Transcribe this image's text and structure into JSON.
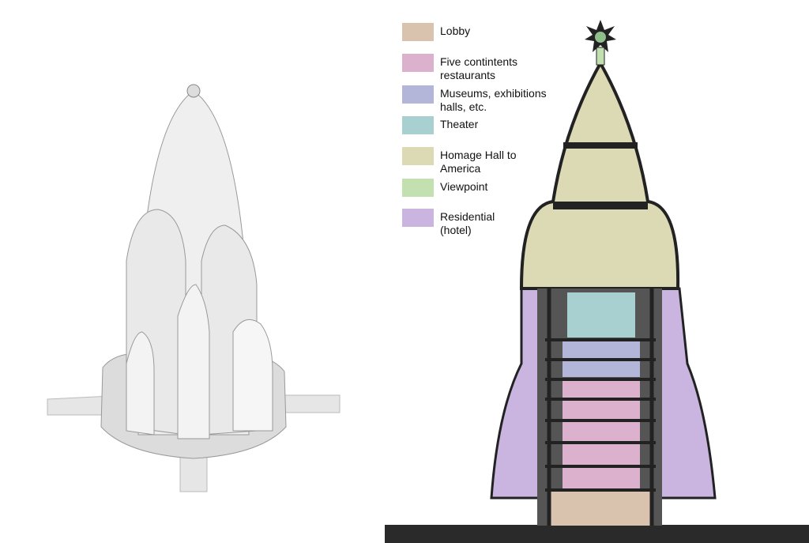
{
  "legend": {
    "items": [
      {
        "label": "Lobby",
        "color": "#d9c3ae"
      },
      {
        "label": "Five contintents restaurants",
        "color": "#dcb1cd"
      },
      {
        "label": "Museums, exhibitions halls, etc.",
        "color": "#b3b6d9"
      },
      {
        "label": "Theater",
        "color": "#a9d0d0"
      },
      {
        "label": "Homage Hall to America",
        "color": "#dcd9b5"
      },
      {
        "label": "Viewpoint",
        "color": "#c2e0b0"
      },
      {
        "label": "Residential (hotel)",
        "color": "#c9b5e0"
      }
    ]
  }
}
